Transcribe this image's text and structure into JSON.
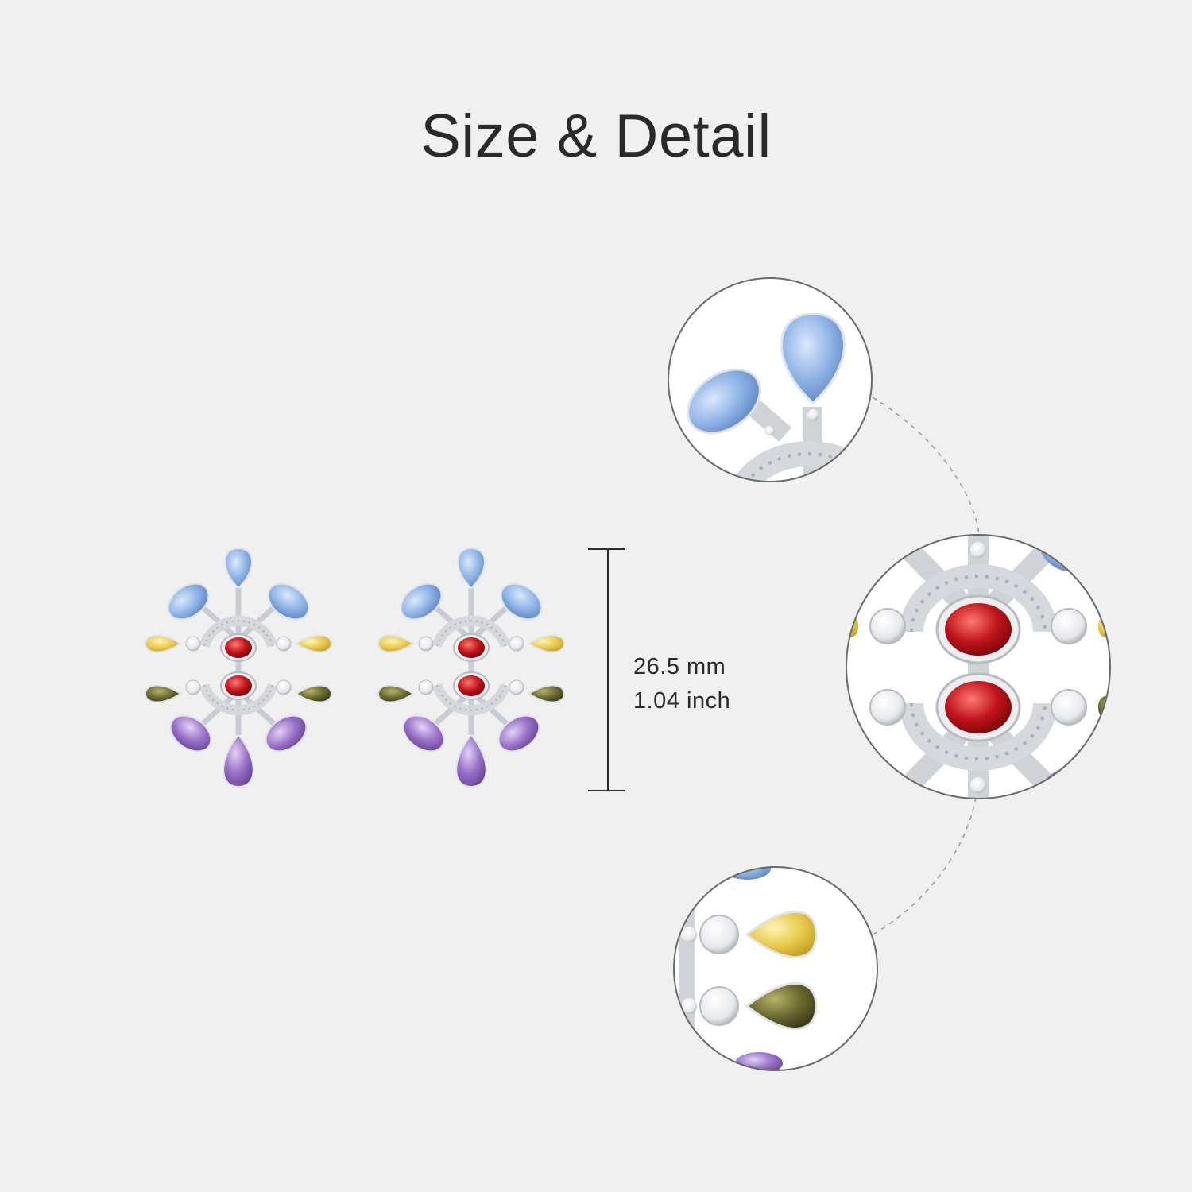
{
  "title": "Size & Detail",
  "dimensions": {
    "mm": "26.5 mm",
    "inch": "1.04 inch"
  },
  "colors": {
    "background": "#f0f0f0",
    "text": "#2a2a2a",
    "light_blue": "#8fb4e6",
    "yellow": "#e9cc4f",
    "olive": "#6b6a30",
    "red": "#c0141c",
    "purple": "#9a72c8",
    "silver": "#d9dde2"
  }
}
